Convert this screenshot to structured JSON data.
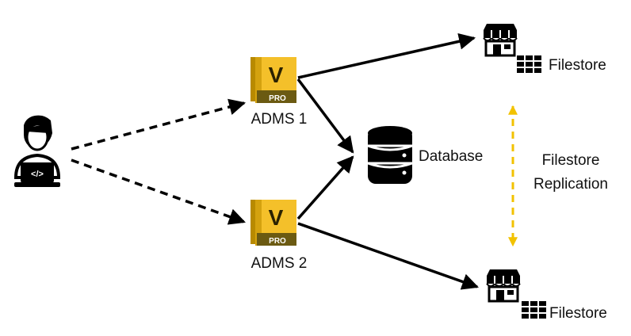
{
  "nodes": {
    "developer": {
      "icon": "developer-laptop-icon",
      "code_glyph": "</>"
    },
    "adms1": {
      "label": "ADMS 1",
      "logo_letter": "V",
      "logo_badge": "PRO",
      "icon": "vault-pro-icon"
    },
    "adms2": {
      "label": "ADMS 2",
      "logo_letter": "V",
      "logo_badge": "PRO",
      "icon": "vault-pro-icon"
    },
    "database": {
      "label": "Database",
      "icon": "database-icon"
    },
    "filestore_top": {
      "label": "Filestore",
      "icon": "store-icon"
    },
    "filestore_bottom": {
      "label": "Filestore",
      "icon": "store-icon"
    }
  },
  "replication": {
    "line1": "Filestore",
    "line2": "Replication"
  },
  "colors": {
    "logo_gold": "#f4c02a",
    "logo_dark": "#8a6d00",
    "badge": "#6b5a12",
    "replication_arrow": "#f2c200",
    "ink": "#000000"
  }
}
